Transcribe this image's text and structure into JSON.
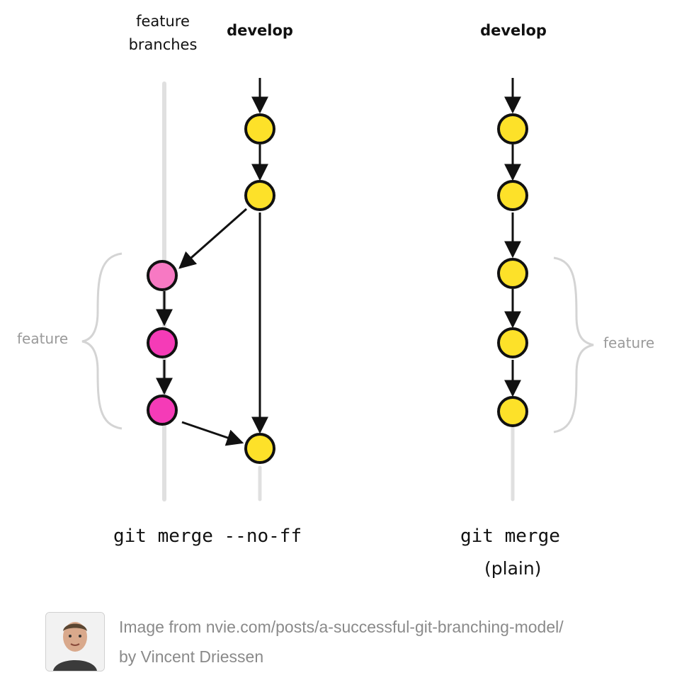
{
  "headers": {
    "feature_branches": [
      "feature",
      "branches"
    ],
    "develop_left": "develop",
    "develop_right": "develop"
  },
  "side_labels": {
    "left": "feature",
    "right": "feature"
  },
  "commands": {
    "left": "git merge --no-ff",
    "right": "git merge",
    "right_sub": "(plain)"
  },
  "credit": {
    "line1": "Image from nvie.com/posts/a-successful-git-branching-model/",
    "line2": "by Vincent Driessen",
    "avatar_icon": "author-avatar"
  },
  "colors": {
    "develop_commit": "#fde129",
    "feature_commit_first": "#f779c3",
    "feature_commit": "#f53bb7",
    "branch_line": "#e0e0e0",
    "brace": "#d4d4d4",
    "arrow": "#111111"
  }
}
